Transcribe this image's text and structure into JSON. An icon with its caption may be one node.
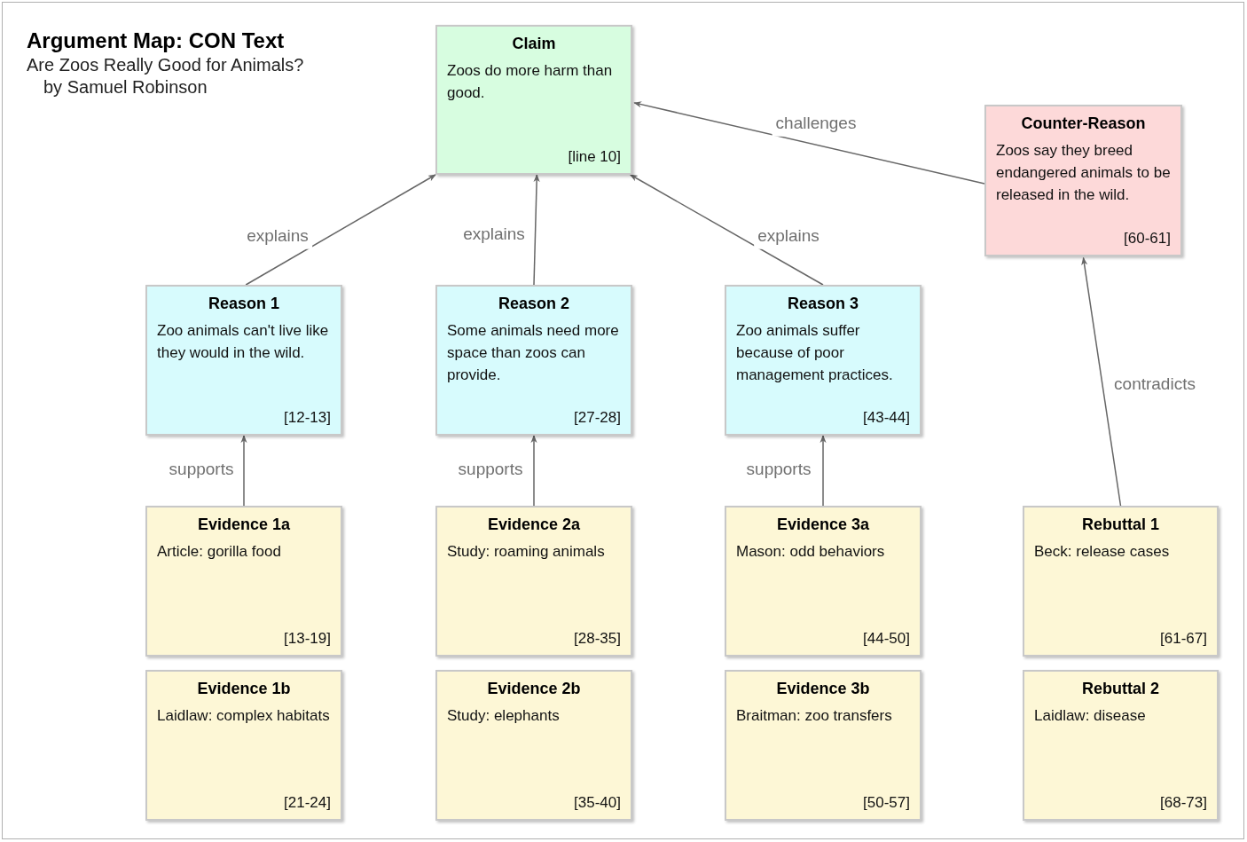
{
  "diagram": {
    "title": "Argument Map: CON Text",
    "nodes": [
      {
        "text": [
          "Claim",
          "Zoos do more harm than good.",
          "[line 10]"
        ]
      },
      {
        "text": [
          "Counter-Reason",
          "Zoos say they breed endangered animals to be released in the wild.",
          "[60-61]"
        ]
      },
      {
        "text": [
          "Reason 1",
          "Zoo animals can't live like they would in the wild.",
          "[12-13]"
        ]
      },
      {
        "text": [
          "Reason 2",
          "Some animals need more space than zoos can provide.",
          "[27-28]"
        ]
      },
      {
        "text": [
          "Reason 3",
          "Zoo animals suffer because of poor management practices.",
          "[43-44]"
        ]
      },
      {
        "text": [
          "Evidence 1a",
          "Article: gorilla food",
          "[13-19]"
        ]
      },
      {
        "text": [
          "Evidence 2a",
          "Study: roaming animals",
          "[28-35]"
        ]
      },
      {
        "text": [
          "Evidence 3a",
          "Mason: odd behaviors",
          "[44-50]"
        ]
      },
      {
        "text": [
          "Rebuttal 1",
          "Beck: release cases",
          "[61-67]"
        ]
      },
      {
        "text": [
          "Evidence 1b",
          "Laidlaw: complex habitats",
          "[21-24]"
        ]
      },
      {
        "text": [
          "Evidence 2b",
          "Study: elephants",
          "[35-40]"
        ]
      },
      {
        "text": [
          "Evidence 3b",
          "Braitman: zoo transfers",
          "[50-57]"
        ]
      },
      {
        "text": [
          "Rebuttal 2",
          "Laidlaw: disease",
          "[68-73]"
        ]
      }
    ],
    "edges": [
      {
        "from": 2,
        "to": 0,
        "arrow": "to",
        "label": "explains"
      },
      {
        "from": 3,
        "to": 0,
        "arrow": "to",
        "label": "explains"
      },
      {
        "from": 4,
        "to": 0,
        "arrow": "to",
        "label": "explains"
      },
      {
        "from": 1,
        "to": 0,
        "arrow": "to",
        "label": "challenges"
      },
      {
        "from": 5,
        "to": 2,
        "arrow": "to",
        "label": "supports"
      },
      {
        "from": 6,
        "to": 3,
        "arrow": "to",
        "label": "supports"
      },
      {
        "from": 7,
        "to": 4,
        "arrow": "to",
        "label": "supports"
      },
      {
        "from": 8,
        "to": 1,
        "arrow": "to",
        "label": "contradicts"
      }
    ],
    "labels": [
      "Are Zoos Really Good for Animals?",
      "by Samuel Robinson"
    ]
  }
}
